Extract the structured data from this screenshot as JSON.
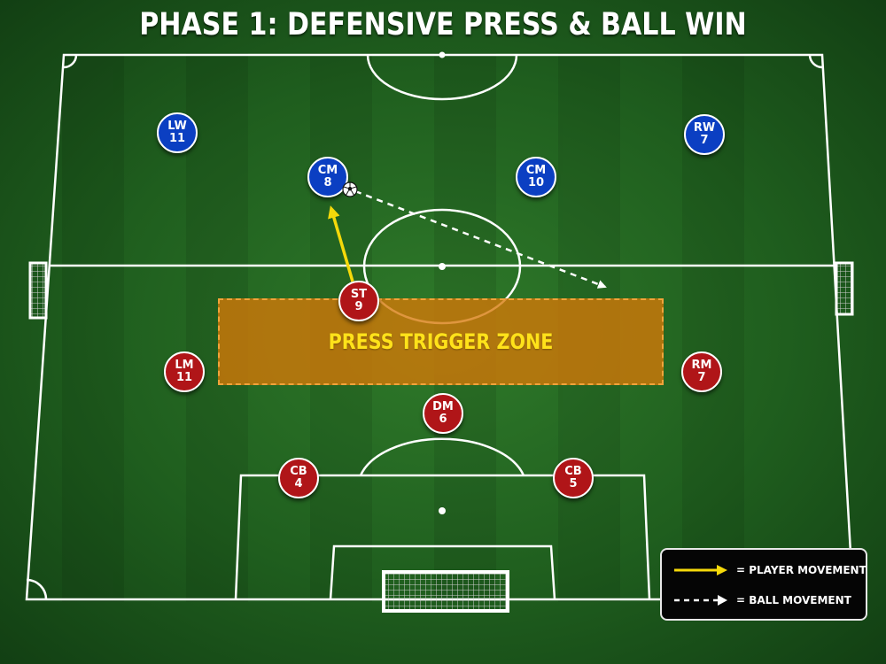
{
  "title": "PHASE 1: DEFENSIVE PRESS & BALL WIN",
  "colors": {
    "team_blue": "#0b3fc2",
    "team_red": "#b01518",
    "zone": "#d67808",
    "zone_text": "#ffe21a",
    "player_movement_arrow": "#f5d90a",
    "ball_movement_arrow": "#ffffff"
  },
  "blue_team": [
    {
      "pos": "LW",
      "num": "11"
    },
    {
      "pos": "RW",
      "num": "7"
    },
    {
      "pos": "CM",
      "num": "8"
    },
    {
      "pos": "CM",
      "num": "10"
    }
  ],
  "red_team": [
    {
      "pos": "ST",
      "num": "9"
    },
    {
      "pos": "LM",
      "num": "11"
    },
    {
      "pos": "RM",
      "num": "7"
    },
    {
      "pos": "DM",
      "num": "6"
    },
    {
      "pos": "CB",
      "num": "4"
    },
    {
      "pos": "CB",
      "num": "5"
    }
  ],
  "zone_label": "PRESS TRIGGER ZONE",
  "legend": {
    "player_movement": "= PLAYER MOVEMENT",
    "ball_movement": "= BALL MOVEMENT"
  },
  "icons": [
    "soccer-ball-icon",
    "yellow-arrow-icon",
    "dashed-white-arrow-icon"
  ]
}
